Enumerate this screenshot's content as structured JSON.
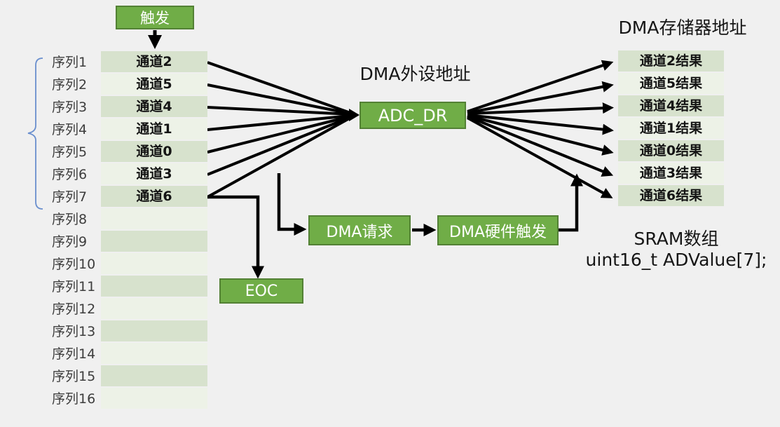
{
  "diagram": {
    "trigger_label": "触发",
    "dma_peripheral_title": "DMA外设地址",
    "dma_memory_title": "DMA存储器地址",
    "adc_dr_label": "ADC_DR",
    "eoc_label": "EOC",
    "dma_request_label": "DMA请求",
    "dma_hw_trigger_label": "DMA硬件触发",
    "sram_caption_line1": "SRAM数组",
    "sram_caption_line2": "uint16_t ADValue[7];",
    "sequence_labels": [
      "序列1",
      "序列2",
      "序列3",
      "序列4",
      "序列5",
      "序列6",
      "序列7",
      "序列8",
      "序列9",
      "序列10",
      "序列11",
      "序列12",
      "序列13",
      "序列14",
      "序列15",
      "序列16"
    ],
    "channel_rows": [
      "通道2",
      "通道5",
      "通道4",
      "通道1",
      "通道0",
      "通道3",
      "通道6",
      "",
      "",
      "",
      "",
      "",
      "",
      "",
      "",
      ""
    ],
    "result_rows": [
      "通道2结果",
      "通道5结果",
      "通道4结果",
      "通道1结果",
      "通道0结果",
      "通道3结果",
      "通道6结果"
    ],
    "colors": {
      "box_green": "#70ad47",
      "box_border": "#538135",
      "row_dark": "#d7e2cd",
      "row_light": "#edf2e7",
      "background": "#f0f0f0",
      "bracket_blue": "#6a8fce",
      "line_black": "#000000"
    }
  }
}
